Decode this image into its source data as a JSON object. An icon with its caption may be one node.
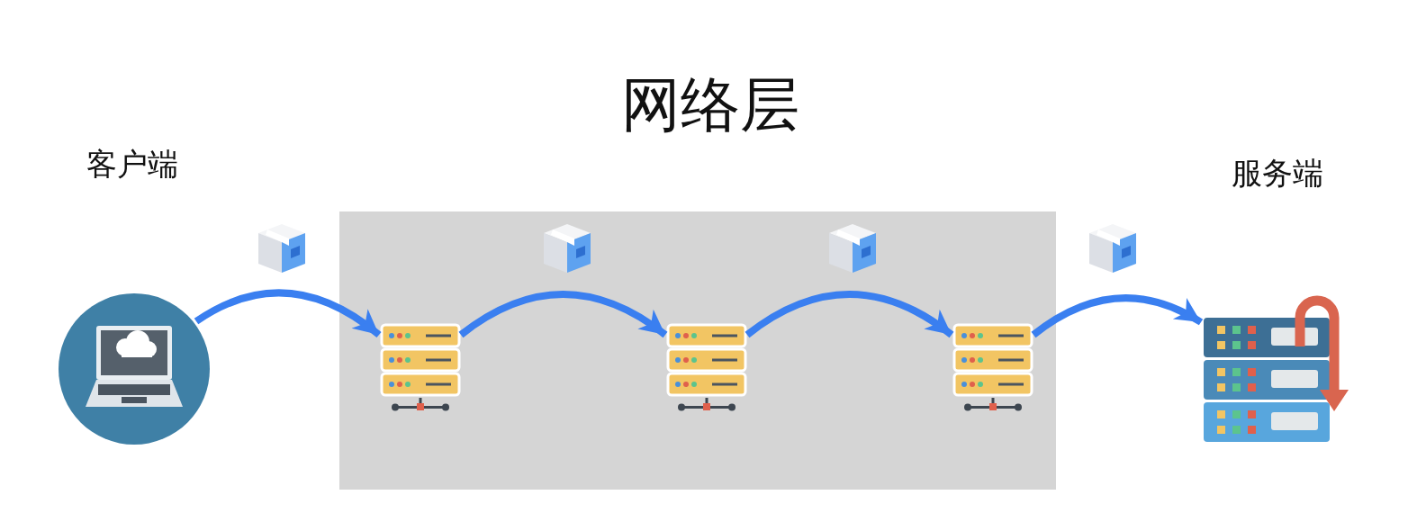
{
  "diagram": {
    "title": "网络层",
    "nodes": [
      {
        "text": [
          "客户端"
        ]
      },
      {
        "text": [],
        "shape": "box"
      },
      {
        "text": [],
        "shape": "picture",
        "in": 1
      },
      {
        "text": [],
        "shape": "picture",
        "in": 1
      },
      {
        "text": [],
        "shape": "picture",
        "in": 1
      },
      {
        "text": [
          "服务端"
        ]
      }
    ],
    "edges": [
      {
        "from": 0,
        "to": 2,
        "arrow": "to"
      },
      {
        "from": 2,
        "to": 3,
        "arrow": "to"
      },
      {
        "from": 3,
        "to": 4,
        "arrow": "to"
      },
      {
        "from": 4,
        "to": 5,
        "arrow": "to"
      }
    ]
  }
}
